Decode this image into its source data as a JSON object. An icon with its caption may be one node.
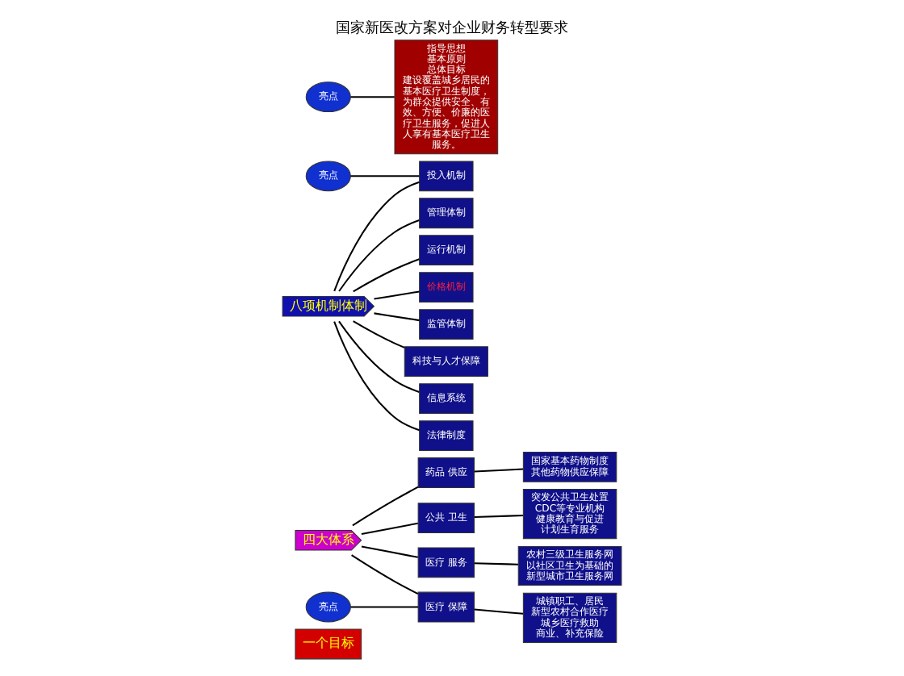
{
  "diagram": {
    "title": "国家新医改方案对企业财务转型要求",
    "nodes": [
      {
        "text": [
          "一个目标"
        ]
      },
      {
        "text": [
          "四大体系"
        ]
      },
      {
        "text": [
          "八项机制体制"
        ]
      },
      {
        "text": [
          "指导思想",
          "基本原则",
          "总体目标",
          "建设覆盖城乡居民的基本医疗卫生制度，为群众提供安全、有效、方便、价廉的医疗卫生服务，促进人人享有基本医疗卫生服务。"
        ]
      },
      {
        "text": [
          "亮点"
        ]
      },
      {
        "text": [
          "公共 卫生"
        ]
      },
      {
        "text": [
          "突发公共卫生处置",
          "CDC等专业机构",
          "健康教育与促进",
          "计划生育服务"
        ]
      },
      {
        "text": [
          "医疗 服务"
        ]
      },
      {
        "text": [
          "农村三级卫生服务网",
          "以社区卫生为基础的新型城市卫生服务网"
        ]
      },
      {
        "text": [
          "亮点"
        ]
      },
      {
        "text": [
          "医疗 保障"
        ]
      },
      {
        "text": [
          "城镇职工、居民",
          "新型农村合作医疗",
          "城乡医疗救助",
          "商业、补充保险"
        ]
      },
      {
        "text": [
          "药品 供应"
        ]
      },
      {
        "text": [
          "国家基本药物制度",
          "其他药物供应保障"
        ]
      },
      {
        "text": [
          "管理体制"
        ]
      },
      {
        "text": [
          "运行机制"
        ]
      },
      {
        "text": [
          "亮点"
        ]
      },
      {
        "text": [
          "投入机制"
        ]
      },
      {
        "text": [
          "价格机制"
        ]
      },
      {
        "text": [
          "监管体制"
        ]
      },
      {
        "text": [
          "科技与人才保障"
        ]
      },
      {
        "text": [
          "信息系统"
        ]
      },
      {
        "text": [
          "法律制度"
        ]
      }
    ],
    "edges": [
      {
        "from": 4,
        "to": 3,
        "arrow": "none"
      },
      {
        "from": 1,
        "to": 5,
        "arrow": "none"
      },
      {
        "from": 1,
        "to": 7,
        "arrow": "none"
      },
      {
        "from": 1,
        "to": 10,
        "arrow": "none"
      },
      {
        "from": 1,
        "to": 12,
        "arrow": "none"
      },
      {
        "from": 5,
        "to": 6,
        "arrow": "none"
      },
      {
        "from": 7,
        "to": 8,
        "arrow": "none"
      },
      {
        "from": 9,
        "to": 10,
        "arrow": "none"
      },
      {
        "from": 10,
        "to": 11,
        "arrow": "none"
      },
      {
        "from": 12,
        "to": 13,
        "arrow": "none"
      },
      {
        "from": 2,
        "to": 14,
        "arrow": "none"
      },
      {
        "from": 2,
        "to": 15,
        "arrow": "none"
      },
      {
        "from": 2,
        "to": 17,
        "arrow": "none"
      },
      {
        "from": 2,
        "to": 18,
        "arrow": "none"
      },
      {
        "from": 2,
        "to": 19,
        "arrow": "none"
      },
      {
        "from": 2,
        "to": 20,
        "arrow": "none"
      },
      {
        "from": 2,
        "to": 21,
        "arrow": "none"
      },
      {
        "from": 2,
        "to": 22,
        "arrow": "none"
      },
      {
        "from": 16,
        "to": 17,
        "arrow": "none"
      }
    ]
  }
}
